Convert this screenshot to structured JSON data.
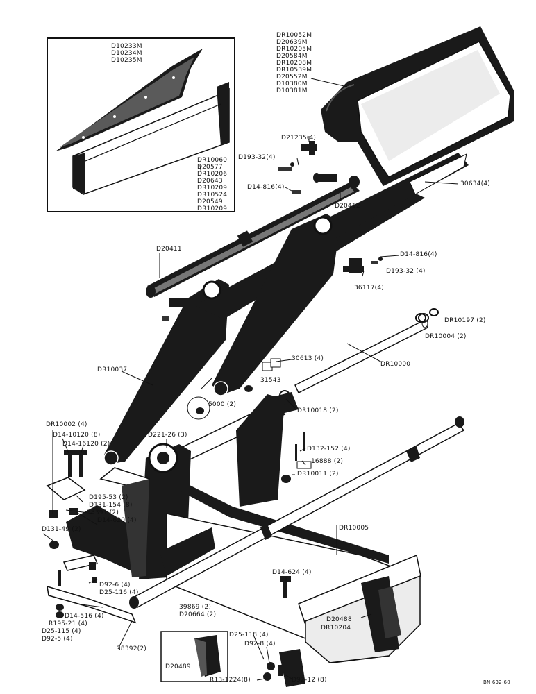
{
  "title": "",
  "inset_top": {
    "cutting_edge_parts": [
      "D10233M",
      "D10234M",
      "D10235M"
    ],
    "wear_plate_parts": [
      "DR10060",
      "D20577",
      "DR10206",
      "D20643",
      "DR10209",
      "DR10524",
      "D20549",
      "DR10209"
    ]
  },
  "bucket_parts": [
    "DR10052M",
    "D20639M",
    "DR10205M",
    "D20584M",
    "DR10208M",
    "DR10539M",
    "D20552M",
    "D10380M",
    "D10381M"
  ],
  "labels": {
    "d21235": "D21235(4)",
    "d193_32_top": "D193-32(4)",
    "d14_816_top": "D14-816(4)",
    "d20412": "D20412",
    "p30634": "30634(4)",
    "d20411": "D20411",
    "d14_816_right": "D14-816(4)",
    "d193_32_right": "D193-32 (4)",
    "p36117": "36117(4)",
    "dr10197": "DR10197 (2)",
    "dr10004": "DR10004 (2)",
    "dr10037": "DR10037",
    "p30613": "30613 (4)",
    "dr10000": "DR10000",
    "p31543": "31543",
    "p5000": "5000 (2)",
    "dr10018": "DR10018 (2)",
    "dr10002": "DR10002 (4)",
    "d14_10120": "D14-10120 (8)",
    "d14_16120": "D14-16120 (2)",
    "d221_26": "D221-26 (3)",
    "d132_152": "D132-152 (4)",
    "p16888": "16888 (2)",
    "dr10011": "DR10011 (2)",
    "d195_53": "D195-53 (2)",
    "d131_154": "D131-154 (8)",
    "p38391": "38391 (2)",
    "d14_620": "D14-620 (4)",
    "d131_49": "D131-49 (2)",
    "dr10005": "DR10005",
    "d92_6": "D92-6 (4)",
    "d25_116": "D25-116 (4)",
    "d14_624": "D14-624 (4)",
    "d14_516": "D14-516 (4)",
    "r195_21": "R195-21 (4)",
    "d25_115": "D25-115 (4)",
    "d92_5": "D92-5 (4)",
    "p39869": "39869 (2)",
    "d20664": "D20664 (2)",
    "d20488": "D20488",
    "dr10204": "DR10204",
    "p38392": "38392(2)",
    "d25_118": "D25-118 (4)",
    "d92_8": "D92-8 (4)",
    "d20489": "D20489",
    "r13_1224": "R13-1224(8)",
    "d92_12": "D92-12 (8)",
    "drawing_no": "BN 632-60"
  }
}
